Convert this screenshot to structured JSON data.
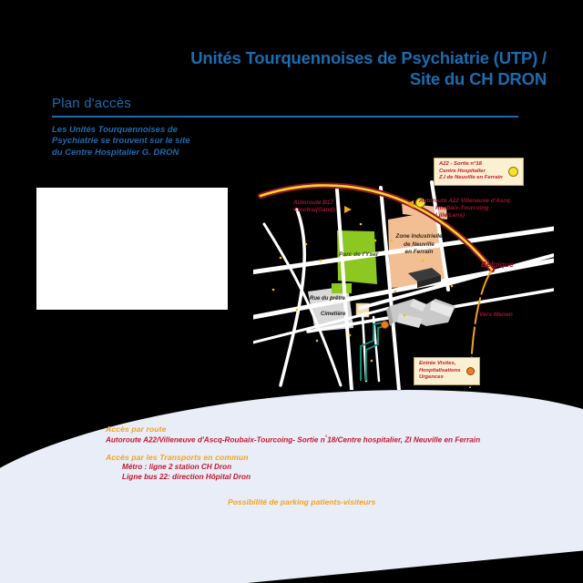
{
  "page": {
    "background_color": "#000000",
    "accent_blue": "#1b6cb0",
    "accent_orange": "#f5a21c",
    "accent_red": "#c4182f",
    "bottom_band_color": "#e8edf7"
  },
  "header": {
    "title_line1": "Unités Tourquennoises de Psychiatrie (UTP) /",
    "title_line2": "Site du CH DRON"
  },
  "plan": {
    "heading": "Plan d'accès",
    "subtitle_line1": "Les Unités Tourquennoises de",
    "subtitle_line2": "Psychiatrie se trouvent sur le site",
    "subtitle_line3": "du Centre Hospitalier G. DRON"
  },
  "map": {
    "callout_exit": {
      "line1": "A22 - Sortie n°18",
      "line2": "Centre Hospitalier",
      "line3": "Z.I de Neuville en Ferrain",
      "marker": "yellow-dot"
    },
    "callout_entrance": {
      "line1": "Entrée Visites,",
      "line2": "Hospitalisations",
      "line3": "Urgences",
      "marker": "orange-dot"
    },
    "highway_left_line1": "Autoroute B17",
    "highway_left_line2": "Courtrai(Gand)",
    "highway_right_line1": "Autoroute A22 Villeneuve d'Ascq",
    "highway_right_line2": "Roubaix-Tourcoing",
    "highway_right_line3": "Lille(Lens)",
    "park_label": "Parc de l'Yser",
    "zi_label_line1": "Zone Industrielle",
    "zi_label_line2": "de Neuville",
    "zi_label_line3": "en Ferrain",
    "street_label": "Rue du prêtre",
    "cemetery_label": "Cimetière",
    "country_label": "Belgique",
    "direction_label": "Vers Menen"
  },
  "access": {
    "road_heading": "Accès par route",
    "road_detail_a": "Autoroute A22/Villeneuve d'Ascq-Roubaix-Tourcoing-  Sortie n",
    "road_detail_sup": "°",
    "road_detail_b": "18/Centre hospitalier, ZI Neuville en Ferrain",
    "transport_heading": "Accès par les Transports en commun",
    "metro": "Métro : ligne 2 station CH Dron",
    "bus": "Ligne bus 22: direction Hôpital Dron",
    "parking_note": "Possibilité de parking patients-visiteurs"
  }
}
